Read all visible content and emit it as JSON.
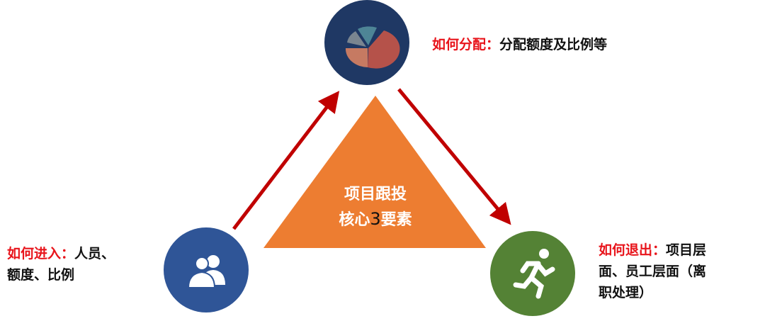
{
  "center": {
    "line1": "项目跟投",
    "line2_a": "核心",
    "line2_num": "3",
    "line2_b": "要素"
  },
  "top": {
    "title": "如何分配：",
    "desc": "分配额度及比例等"
  },
  "left": {
    "title": "如何进入：",
    "desc1": "人员、",
    "desc2": "额度、比例"
  },
  "right": {
    "title": "如何退出：",
    "desc1": "项目层",
    "desc2": "面、员工层面（离",
    "desc3": "职处理）"
  },
  "colors": {
    "triangle": "#ed7d31",
    "arrow": "#c00000",
    "top_circle": "#1f3864",
    "left_circle": "#2f5597",
    "right_circle": "#548235",
    "label_red": "#e8141b"
  }
}
